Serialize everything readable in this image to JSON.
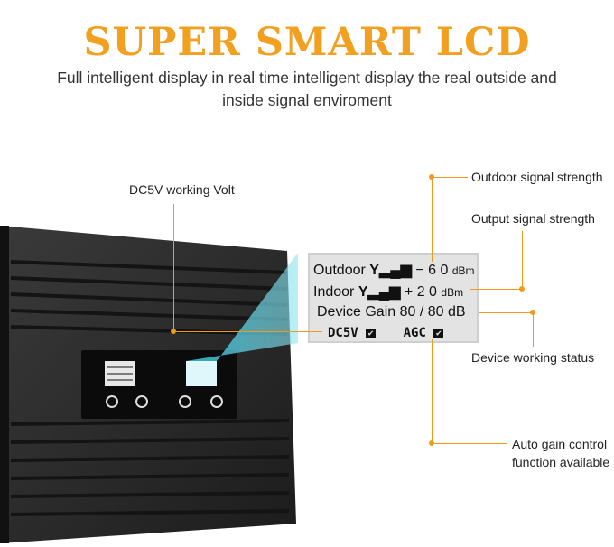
{
  "heading": {
    "title": "SUPER SMART LCD",
    "subtitle_line1": "Full intelligent display in real time intelligent display the real outside and",
    "subtitle_line2": "inside signal enviroment"
  },
  "labels": {
    "dc5v": "DC5V working Volt",
    "outdoor_strength": "Outdoor signal strength",
    "output_strength": "Output signal strength",
    "device_status": "Device working status",
    "agc_line1": "Auto gain control",
    "agc_line2": "function available"
  },
  "lcd": {
    "outdoor_label": "Outdoor",
    "outdoor_value": "− 6 0",
    "indoor_label": "Indoor",
    "indoor_value": "+ 2 0",
    "unit": "dBm",
    "device_label": "Device",
    "gain_label": "Gain",
    "gain_value": "80 / 80 dB",
    "dc5v": "DC5V",
    "agc": "AGC"
  },
  "colors": {
    "title": "#f2a01f",
    "callout": "#f29a1b",
    "lcd_bg": "#e3e3e3"
  },
  "icons": [
    "antenna-signal-icon",
    "checkmark-icon"
  ]
}
